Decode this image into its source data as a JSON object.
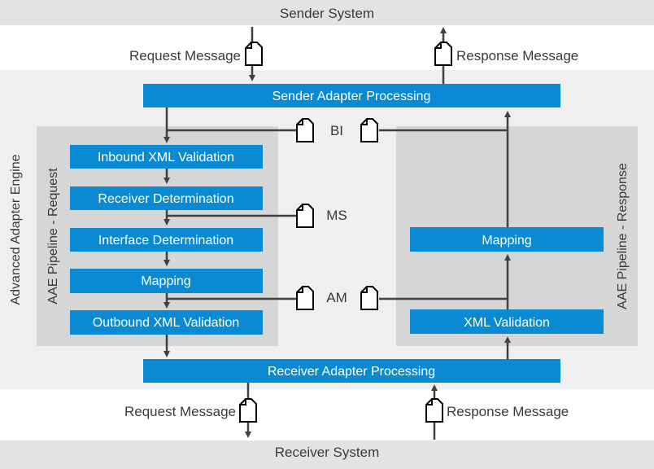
{
  "systems": {
    "sender": "Sender System",
    "receiver": "Receiver System"
  },
  "engine_label": "Advanced Adapter Engine",
  "messages": {
    "top_request": "Request Message",
    "top_response": "Response Message",
    "bottom_request": "Request Message",
    "bottom_response": "Response Message"
  },
  "adapters": {
    "sender": "Sender Adapter Processing",
    "receiver": "Receiver Adapter Processing"
  },
  "request_pipeline": {
    "title": "AAE Pipeline - Request",
    "steps": [
      "Inbound XML Validation",
      "Receiver Determination",
      "Interface Determination",
      "Mapping",
      "Outbound XML Validation"
    ]
  },
  "response_pipeline": {
    "title": "AAE Pipeline - Response",
    "steps": [
      "Mapping",
      "XML Validation"
    ]
  },
  "logs": {
    "bi": "BI",
    "ms": "MS",
    "am": "AM"
  },
  "colors": {
    "box": "#0a8ad2",
    "engine_bg": "#efefef",
    "pipeline_bg": "#d6d6d6",
    "line": "#404040"
  }
}
